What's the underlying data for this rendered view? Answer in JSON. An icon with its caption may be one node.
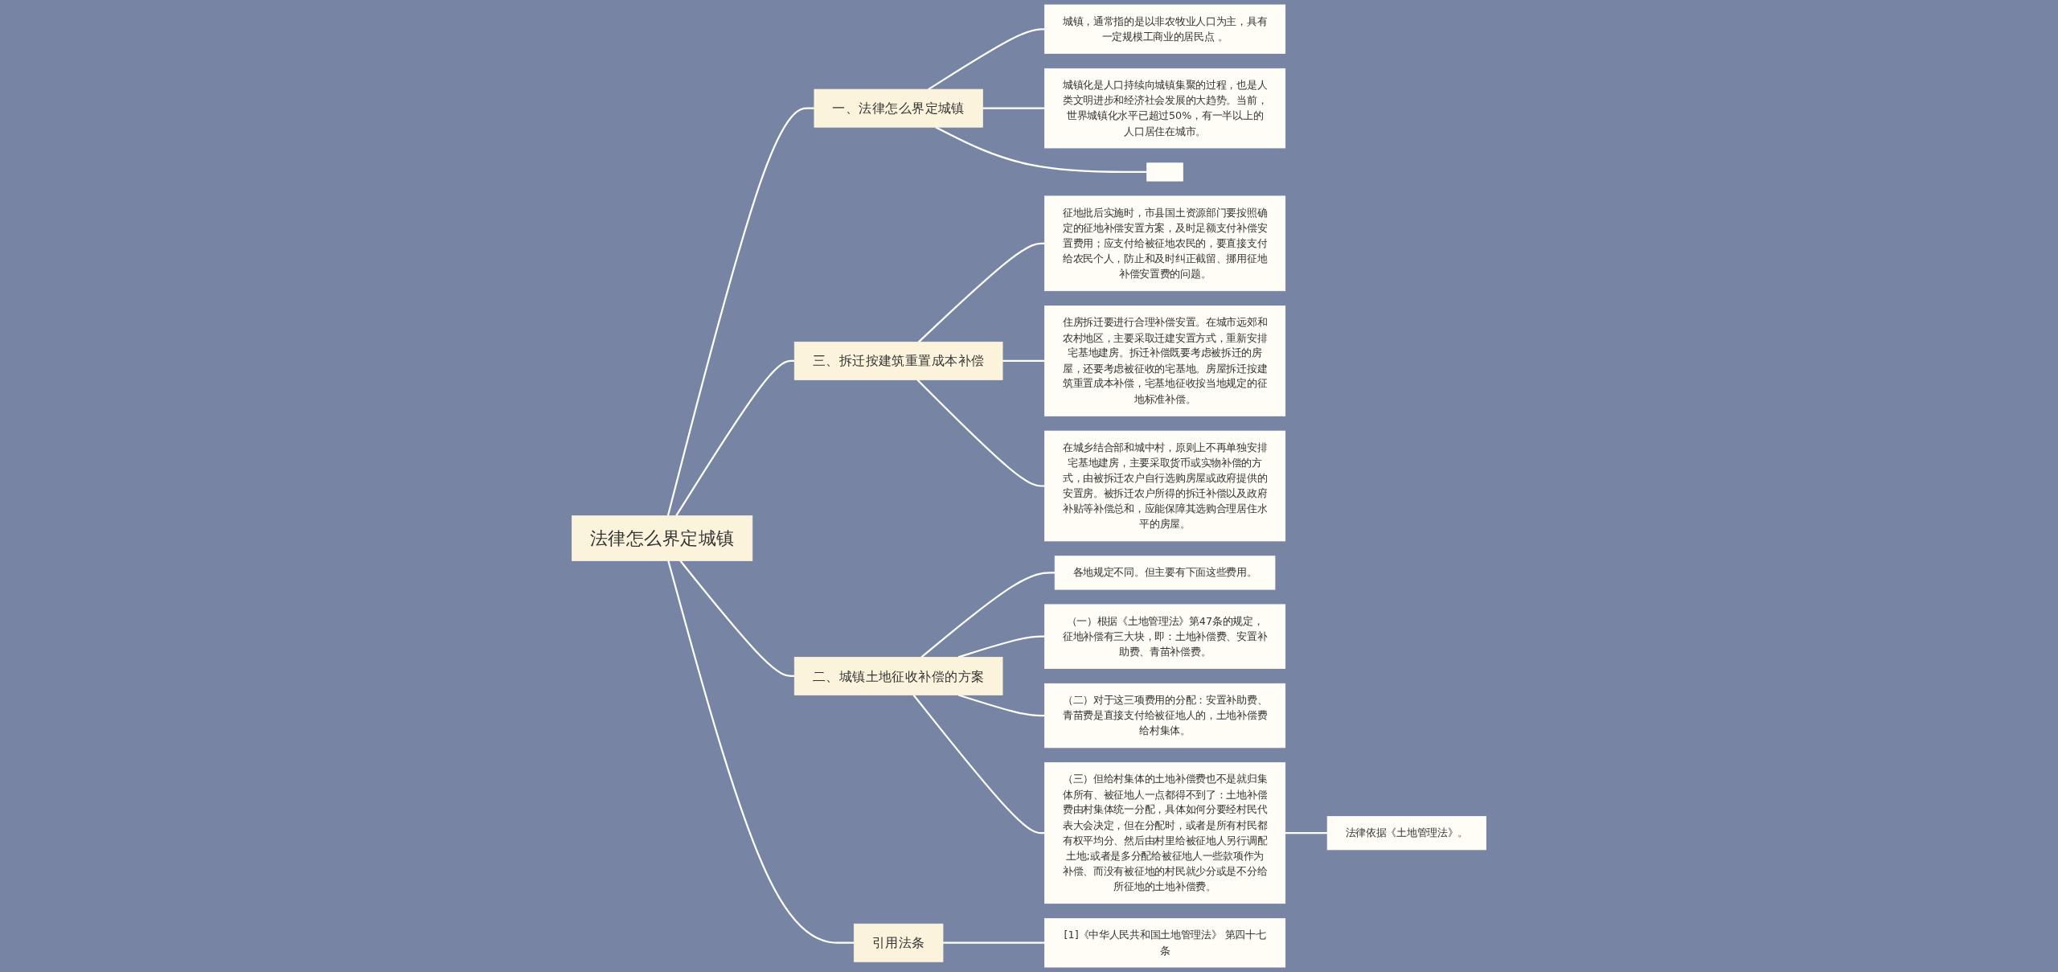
{
  "diagram": {
    "nodes": [
      {
        "text": [
          "法律怎么界定城镇"
        ]
      },
      {
        "text": [
          "一、法律怎么界定城镇"
        ]
      },
      {
        "text": [
          "城镇，通常指的是以非农牧业人口为主，具有一定规模工商业的居民点 。"
        ]
      },
      {
        "text": [
          "城镇化是人口持续向城镇集聚的过程，也是人类文明进步和经济社会发展的大趋势。当前，世界城镇化水平已超过50%，有一半以上的人口居住在城市。"
        ]
      },
      {
        "text": [],
        "shape": "box"
      },
      {
        "text": [
          "三、拆迁按建筑重置成本补偿"
        ]
      },
      {
        "text": [
          "征地批后实施时，市县国土资源部门要按照确定的征地补偿安置方案，及时足额支付补偿安置费用；应支付给被征地农民的，要直接支付给农民个人，防止和及时纠正截留、挪用征地补偿安置费的问题。"
        ]
      },
      {
        "text": [
          "住房拆迁要进行合理补偿安置。在城市远郊和农村地区，主要采取迁建安置方式，重新安排宅基地建房。拆迁补偿既要考虑被拆迁的房屋，还要考虑被征收的宅基地。房屋拆迁按建筑重置成本补偿，宅基地征收按当地规定的征地标准补偿。"
        ]
      },
      {
        "text": [
          "在城乡结合部和城中村，原则上不再单独安排宅基地建房，主要采取货币或实物补偿的方式，由被拆迁农户自行选购房屋或政府提供的安置房。被拆迁农户所得的拆迁补偿以及政府补贴等补偿总和，应能保障其选购合理居住水平的房屋。"
        ]
      },
      {
        "text": [
          "二、城镇土地征收补偿的方案"
        ]
      },
      {
        "text": [
          "各地规定不同。但主要有下面这些费用。"
        ]
      },
      {
        "text": [
          "（一）根据《土地管理法》第47条的规定，征地补偿有三大块，即：土地补偿费、安置补助费、青苗补偿费。"
        ]
      },
      {
        "text": [
          "（二）对于这三项费用的分配：安置补助费、青苗费是直接支付给被征地人的，土地补偿费给村集体。"
        ]
      },
      {
        "text": [
          "（三）但给村集体的土地补偿费也不是就归集体所有、被征地人一点都得不到了：土地补偿费由村集体统一分配，具体如何分要经村民代表大会决定，但在分配时，或者是所有村民都有权平均分、然后由村里给被征地人另行调配土地;或者是多分配给被征地人一些款项作为补偿、而没有被征地的村民就少分或是不分给所征地的土地补偿费。"
        ]
      },
      {
        "text": [
          "法律依据《土地管理法》。"
        ]
      },
      {
        "text": [
          "引用法条"
        ]
      },
      {
        "text": [
          "[1]《中华人民共和国土地管理法》 第四十七条"
        ]
      }
    ],
    "edges": [
      {
        "from": 0,
        "to": 1,
        "arrow": "none"
      },
      {
        "from": 1,
        "to": 2,
        "arrow": "none"
      },
      {
        "from": 1,
        "to": 3,
        "arrow": "none"
      },
      {
        "from": 1,
        "to": 4,
        "arrow": "none"
      },
      {
        "from": 0,
        "to": 5,
        "arrow": "none"
      },
      {
        "from": 5,
        "to": 6,
        "arrow": "none"
      },
      {
        "from": 5,
        "to": 7,
        "arrow": "none"
      },
      {
        "from": 5,
        "to": 8,
        "arrow": "none"
      },
      {
        "from": 0,
        "to": 9,
        "arrow": "none"
      },
      {
        "from": 9,
        "to": 10,
        "arrow": "none"
      },
      {
        "from": 9,
        "to": 11,
        "arrow": "none"
      },
      {
        "from": 9,
        "to": 12,
        "arrow": "none"
      },
      {
        "from": 9,
        "to": 13,
        "arrow": "none"
      },
      {
        "from": 13,
        "to": 14,
        "arrow": "none"
      },
      {
        "from": 0,
        "to": 15,
        "arrow": "none"
      },
      {
        "from": 15,
        "to": 16,
        "arrow": "none"
      }
    ]
  }
}
